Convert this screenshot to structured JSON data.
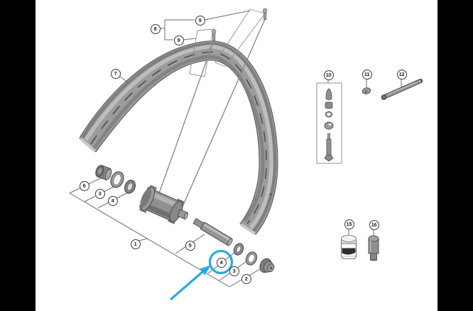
{
  "canvas": {
    "background": "#ffffff",
    "letterbox_color": "#000000"
  },
  "diagram": {
    "type": "exploded-parts-diagram",
    "callouts": {
      "c1": {
        "label": "1"
      },
      "c2": {
        "label": "2"
      },
      "c3_left": {
        "label": "3"
      },
      "c3_right": {
        "label": "3"
      },
      "c4_left": {
        "label": "4"
      },
      "c4_right": {
        "label": "4"
      },
      "c5": {
        "label": "5"
      },
      "c6": {
        "label": "6"
      },
      "c7": {
        "label": "7"
      },
      "c8": {
        "label": "8"
      },
      "c9_top": {
        "label": "9"
      },
      "c9_bottom": {
        "label": "9"
      },
      "c10": {
        "label": "10"
      },
      "c11": {
        "label": "11"
      },
      "c12": {
        "label": "12"
      },
      "c15": {
        "label": "15"
      },
      "c16": {
        "label": "16"
      }
    },
    "highlight": {
      "color": "#29abe2",
      "target_label": "4",
      "shape": "circle-with-arrow"
    },
    "colors": {
      "part_fill": "#949494",
      "part_outline": "#4a4a4a",
      "leader_line": "#6e6e6e",
      "rim_light_band": "#bdbdbd",
      "rim_dark_slot": "#4f4f4f"
    }
  }
}
